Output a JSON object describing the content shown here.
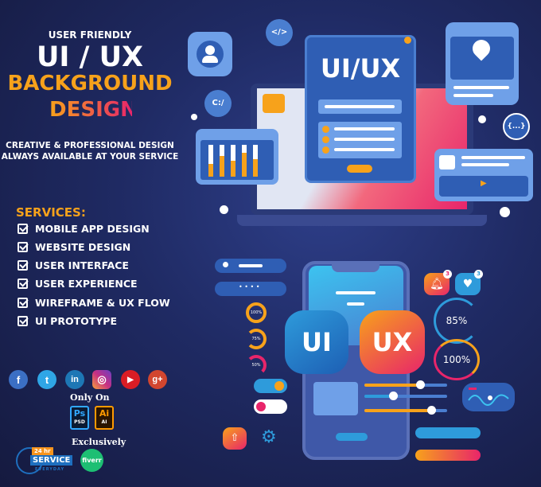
{
  "headline": {
    "kicker": "USER FRIENDLY",
    "title": "UI / UX",
    "line2": "BACKGROUND",
    "line3": "DESIGN"
  },
  "tagline": [
    "CREATIVE & PROFESSIONAL DESIGN",
    "ALWAYS AVAILABLE AT YOUR SERVICE"
  ],
  "services": {
    "heading": "SERVICES:",
    "items": [
      "MOBILE APP DESIGN",
      "WEBSITE DESIGN",
      "USER INTERFACE",
      "USER EXPERIENCE",
      "WIREFRAME & UX FLOW",
      "UI PROTOTYPE"
    ]
  },
  "social": [
    {
      "icon": "facebook-icon",
      "glyph": "f",
      "color": "#3b6fc4"
    },
    {
      "icon": "twitter-icon",
      "glyph": "t",
      "color": "#2fa6e6"
    },
    {
      "icon": "linkedin-icon",
      "glyph": "in",
      "color": "#1d77b5"
    },
    {
      "icon": "instagram-icon",
      "glyph": "◎",
      "color": "#c72f83"
    },
    {
      "icon": "youtube-icon",
      "glyph": "▶",
      "color": "#d91d25"
    },
    {
      "icon": "google-plus-icon",
      "glyph": "g+",
      "color": "#d2462f"
    }
  ],
  "only_on": "Only On",
  "software": [
    {
      "icon": "photoshop-icon",
      "abbr": "Ps",
      "sub": "PSD",
      "color": "#31a8ff"
    },
    {
      "icon": "illustrator-icon",
      "abbr": "Ai",
      "sub": "AI",
      "color": "#ff9a00"
    }
  ],
  "exclusively": "Exclusively",
  "badge": {
    "top": "24 hr",
    "main": "SERVICE",
    "bottom": "EVERYDAY"
  },
  "fiverr": "fiverr",
  "illustration": {
    "main_card_title": "UI/UX",
    "code_tag": "</>",
    "drive_tag": "C:/",
    "json_tag": "{...}",
    "phone_ui": "UI",
    "phone_ux": "UX",
    "small_rings": [
      "100%",
      "75%",
      "50%"
    ],
    "big_rings": [
      "85%",
      "100%"
    ],
    "notification_count": "3",
    "like_count": "3",
    "password_mask": "• • • •"
  },
  "colors": {
    "orange": "#f7a21b",
    "pink": "#e8256a",
    "blue": "#2e9bdb",
    "navy": "#1f2a63"
  }
}
